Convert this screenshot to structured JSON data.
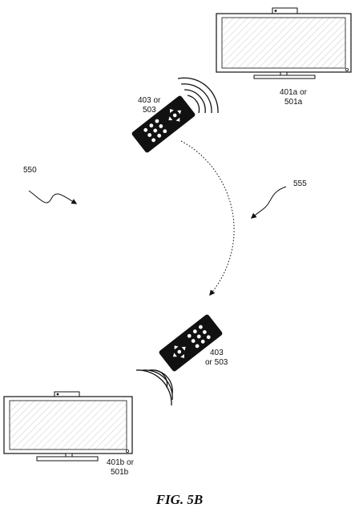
{
  "figure": {
    "caption": "FIG. 5B",
    "labels": {
      "tv_top_line1": "401a or",
      "tv_top_line2": "501a",
      "remote_top_line1": "403 or",
      "remote_top_line2": "503",
      "ref_550": "550",
      "ref_555": "555",
      "remote_bottom_line1": "403",
      "remote_bottom_line2": "or 503",
      "tv_bottom_line1": "401b or",
      "tv_bottom_line2": "501b"
    }
  }
}
